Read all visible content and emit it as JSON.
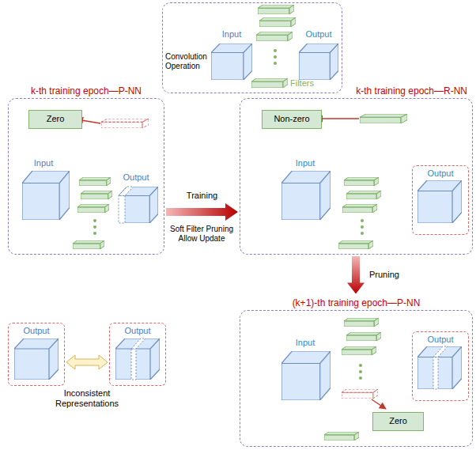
{
  "diagram": {
    "nodes": [
      {
        "text": [
          "Convolution Operation"
        ]
      },
      {
        "text": [
          "k-th training epoch—P-NN"
        ]
      },
      {
        "text": [
          "Zero"
        ],
        "in": 1
      },
      {
        "text": [
          "k-th training epoch—R-NN"
        ]
      },
      {
        "text": [
          "Non-zero"
        ],
        "in": 3
      },
      {
        "text": [
          "Output"
        ],
        "in": 3
      },
      {
        "text": [
          "(k+1)-th training epoch—P-NN"
        ]
      },
      {
        "text": [
          "Output"
        ],
        "in": 6
      },
      {
        "text": [
          "Zero"
        ],
        "in": 6
      },
      {
        "text": [
          "Output"
        ]
      },
      {
        "text": [
          "Output"
        ]
      }
    ],
    "edges": [
      {
        "from": 1,
        "to": 3,
        "arrow": "to",
        "label": "Training"
      },
      {
        "from": 3,
        "to": 6,
        "arrow": "to",
        "label": "Pruning"
      },
      {
        "from": 9,
        "to": 10,
        "arrow": "both",
        "label": "Inconsistent Representations"
      }
    ],
    "labels": [
      "Input",
      "Output",
      "Filters",
      "Input",
      "Output",
      "Input",
      "Input",
      "Soft Filter Pruning Allow Update"
    ]
  }
}
